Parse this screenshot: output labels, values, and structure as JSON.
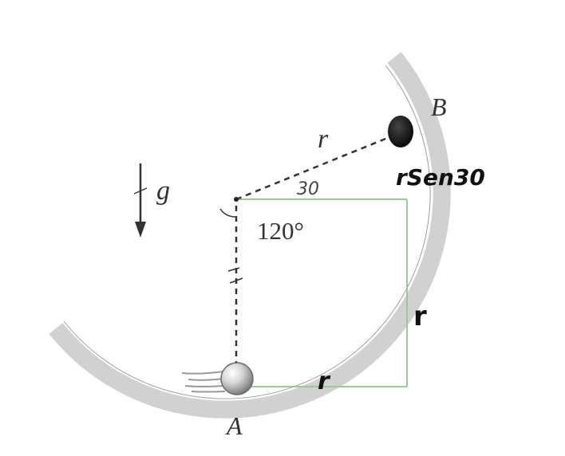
{
  "labels": {
    "point_a": "A",
    "point_b": "B",
    "radius": "r",
    "gravity": "g",
    "angle": "120°"
  },
  "handwritten": {
    "angle_part": "30",
    "vertical_leg": "rSen30",
    "side_r": "r",
    "bottom_leg": "r"
  },
  "colors": {
    "track": "#d1d1d1",
    "ball_b": "#111111",
    "ball_a_light": "#f2f2f2",
    "ball_a_dark": "#8a8a8a",
    "annotation_green": "#9cc99c",
    "ink": "#111111"
  },
  "icons": {
    "gravity_arrow": "down-arrow-icon",
    "motion_lines": "motion-streak-icon"
  }
}
